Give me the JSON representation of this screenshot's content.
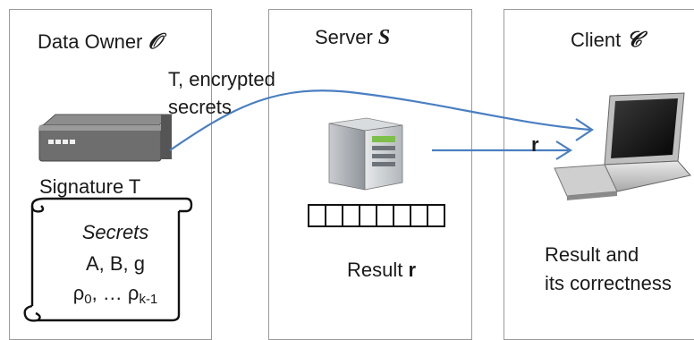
{
  "owner": {
    "title": "Data Owner",
    "symbol": "𝒪",
    "device_label": "Signature T"
  },
  "server": {
    "title": "Server",
    "symbol": "S",
    "result_label": "Result",
    "result_var": "r"
  },
  "client": {
    "title": "Client",
    "symbol": "𝒞",
    "result_line1": "Result and",
    "result_line2": "its correctness"
  },
  "flow": {
    "owner_to_client_line1": "T, encrypted",
    "owner_to_client_line2": "secrets",
    "server_to_client": "r"
  },
  "secrets": {
    "heading": "Secrets",
    "line1": "A, B, g",
    "rho0": "ρ",
    "rho0_sub": "0",
    "rho_sep": ", … ρ",
    "rhok_sub": "k-1"
  },
  "colors": {
    "arrow": "#4a7fc1",
    "panel_border": "#9a9a9a"
  }
}
